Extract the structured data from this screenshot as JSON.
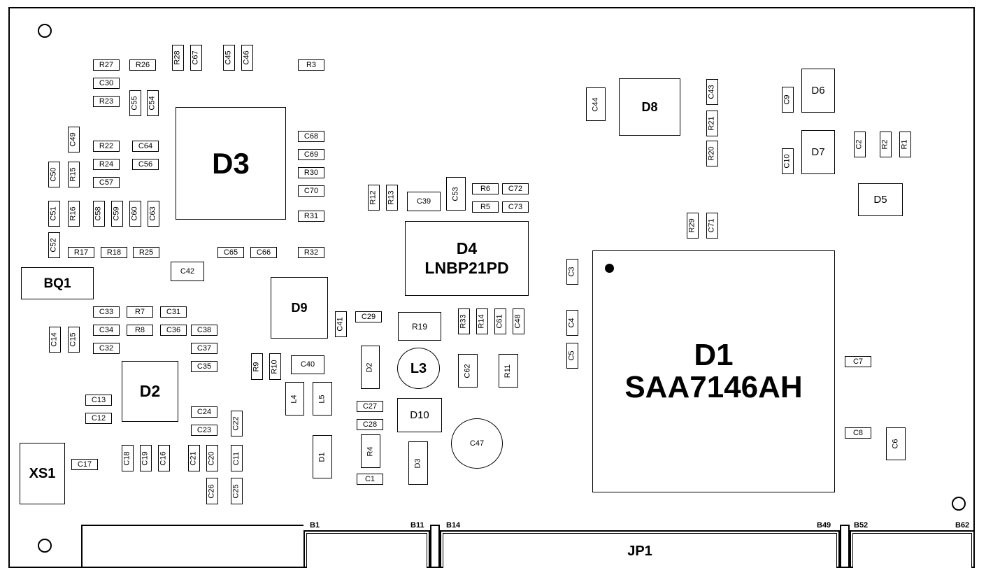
{
  "components": {
    "R27": "R27",
    "R26": "R26",
    "R28": "R28",
    "C67": "C67",
    "C45": "C45",
    "C46": "C46",
    "R3": "R3",
    "C30": "C30",
    "R23": "R23",
    "C55": "C55",
    "C54": "C54",
    "D3": "D3",
    "C49": "C49",
    "R22": "R22",
    "C64": "C64",
    "R24": "R24",
    "C56": "C56",
    "C57": "C57",
    "C50": "C50",
    "R15": "R15",
    "C51": "C51",
    "R16": "R16",
    "C58": "C58",
    "C59": "C59",
    "C60": "C60",
    "C63": "C63",
    "C52": "C52",
    "R17": "R17",
    "R18": "R18",
    "R25": "R25",
    "C65": "C65",
    "C66": "C66",
    "R32": "R32",
    "C68": "C68",
    "C69": "C69",
    "R30": "R30",
    "C70": "C70",
    "R31": "R31",
    "BQ1": "BQ1",
    "C42": "C42",
    "R12": "R12",
    "R13": "R13",
    "C39": "C39",
    "C53": "C53",
    "R6": "R6",
    "C72": "C72",
    "R5": "R5",
    "C73": "C73",
    "D4_name": "D4",
    "D4_part": "LNBP21PD",
    "C44": "C44",
    "D8": "D8",
    "C43": "C43",
    "R21": "R21",
    "R20": "R20",
    "C9": "C9",
    "D6": "D6",
    "C10": "C10",
    "D7": "D7",
    "C2": "C2",
    "R2": "R2",
    "R1": "R1",
    "D5": "D5",
    "R29": "R29",
    "C71": "C71",
    "C3": "C3",
    "C4": "C4",
    "C5": "C5",
    "D1_name": "D1",
    "D1_part": "SAA7146AH",
    "C7": "C7",
    "C8": "C8",
    "C6": "C6",
    "C33": "C33",
    "R7": "R7",
    "C31": "C31",
    "C34": "C34",
    "R8": "R8",
    "C36": "C36",
    "C38": "C38",
    "C32": "C32",
    "C37": "C37",
    "C35": "C35",
    "C14": "C14",
    "C15": "C15",
    "D9": "D9",
    "C41": "C41",
    "C29": "C29",
    "R19": "R19",
    "R33": "R33",
    "R14": "R14",
    "C61": "C61",
    "C48": "C48",
    "R9": "R9",
    "R10": "R10",
    "C40": "C40",
    "D2": "D2",
    "D2b": "D2",
    "L3": "L3",
    "C62": "C62",
    "R11": "R11",
    "C13": "C13",
    "C12": "C12",
    "C24": "C24",
    "C23": "C23",
    "C22": "C22",
    "L4": "L4",
    "L5": "L5",
    "C27": "C27",
    "C28": "C28",
    "D10": "D10",
    "C47": "C47",
    "XS1": "XS1",
    "C17": "C17",
    "C18": "C18",
    "C19": "C19",
    "C16": "C16",
    "C21": "C21",
    "C20": "C20",
    "C11": "C11",
    "D1b": "D1",
    "R4": "R4",
    "D3b": "D3",
    "C1": "C1",
    "C26": "C26",
    "C25": "C25"
  },
  "connector": {
    "name": "JP1",
    "pins": {
      "b1": "B1",
      "b11": "B11",
      "b14": "B14",
      "b49": "B49",
      "b52": "B52",
      "b62": "B62"
    }
  }
}
